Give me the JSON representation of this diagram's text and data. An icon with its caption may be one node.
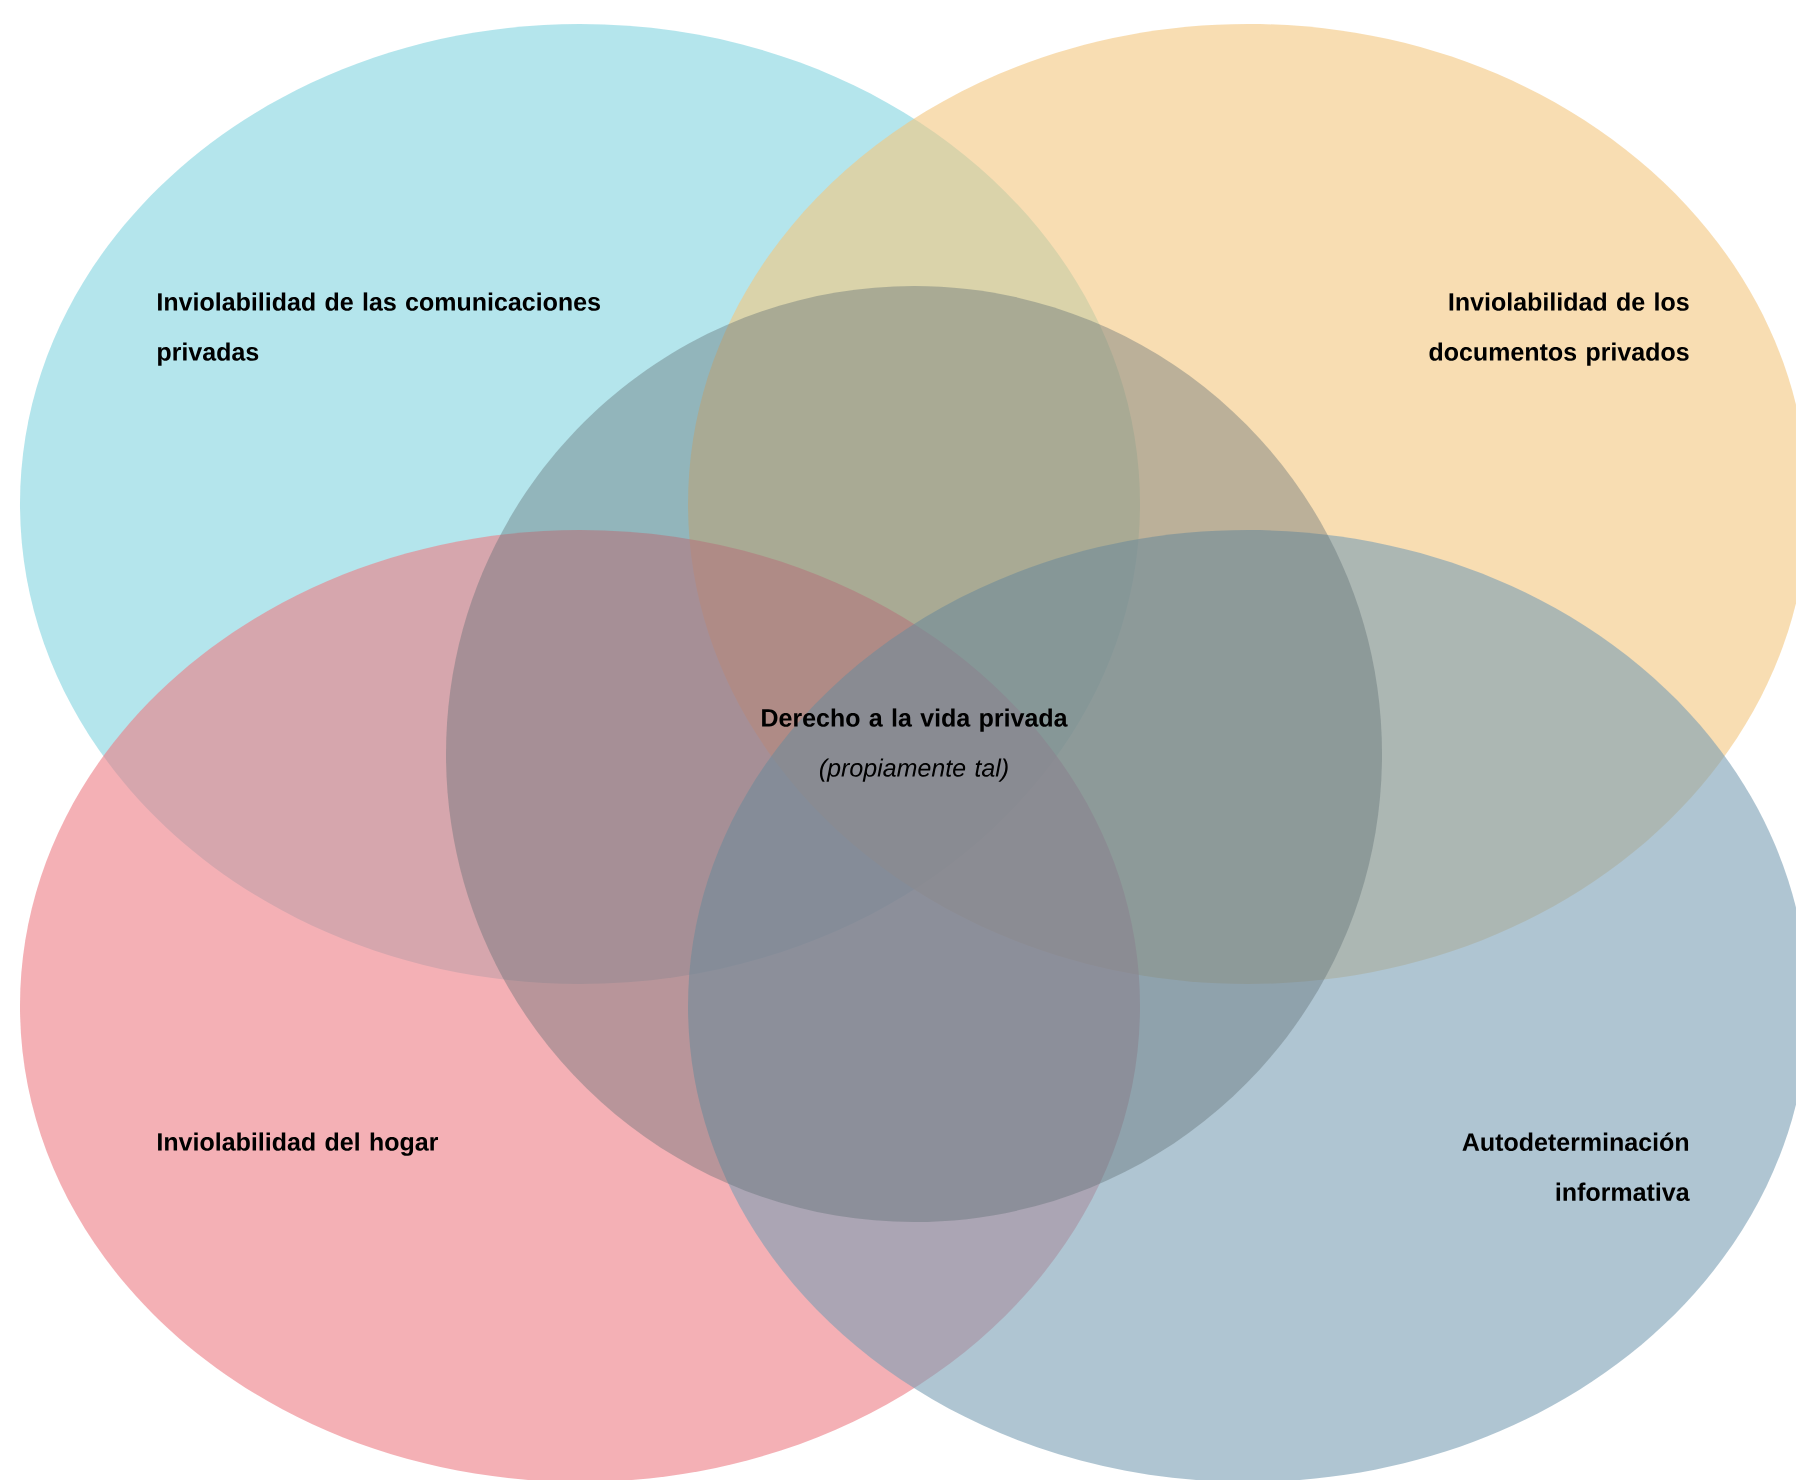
{
  "diagram": {
    "nodes": [
      {
        "text": [
          "Inviolabilidad de las comunicaciones privadas"
        ]
      },
      {
        "text": [
          "Inviolabilidad de los documentos privados"
        ]
      },
      {
        "text": [
          "Inviolabilidad del hogar"
        ]
      },
      {
        "text": [
          "Autodeterminación informativa"
        ]
      },
      {
        "text": [
          "Derecho a la vida privada",
          "(propiamente tal)"
        ]
      }
    ]
  }
}
